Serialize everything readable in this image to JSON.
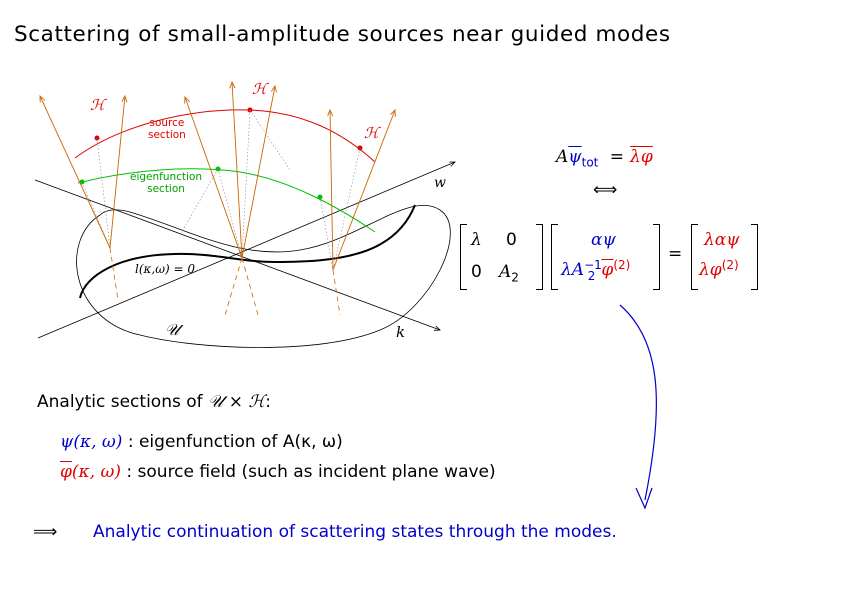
{
  "title": "Scattering of small-amplitude sources near guided modes",
  "figure": {
    "labels": {
      "H_left": "ℋ",
      "H_top": "ℋ",
      "H_right": "ℋ",
      "source_section": "source\nsection",
      "eigenfunction_section": "eigenfunction\nsection",
      "dispersion": "l(κ,ω) = 0",
      "w_axis": "w",
      "k_axis": "k",
      "U_region": "𝒰"
    },
    "colors": {
      "source": "#e00000",
      "eigen": "#00c000",
      "rays": "#cc6600",
      "arrow": "#0000cc"
    }
  },
  "equation": {
    "lhs_A": "A",
    "psi_tot": "ψ",
    "tot_sub": "tot",
    "eq_sign": "=",
    "rhs": "λφ",
    "iff": "⟺",
    "m1_r1c1": "λ",
    "m1_r1c2": "0",
    "m1_r2c1": "0",
    "m1_r2c2": "A",
    "m1_sub": "2",
    "v1_r1": "αψ",
    "v1_r2_a": "λA",
    "v1_r2_sup": "−1",
    "v1_r2_sub": "2",
    "v1_r2_b": "φ",
    "v1_r2_sup2": "(2)",
    "eq2": "=",
    "v2_r1": "λαψ",
    "v2_r2": "λφ",
    "v2_r2_sup": "(2)"
  },
  "text": {
    "sections_heading_a": "Analytic sections of ",
    "sections_heading_U": "𝒰",
    "sections_heading_x": " × ",
    "sections_heading_H": "ℋ",
    "sections_heading_colon": ":",
    "line1_sym": "ψ",
    "line1_args": "(κ, ω)",
    "line1_desc": " : eigenfunction of A(κ, ω)",
    "line2_sym": "φ",
    "line2_args": "(κ, ω)",
    "line2_desc": " : source field (such as incident plane wave)",
    "implies": "⟹",
    "conclusion": "Analytic continuation of scattering states through the modes."
  }
}
